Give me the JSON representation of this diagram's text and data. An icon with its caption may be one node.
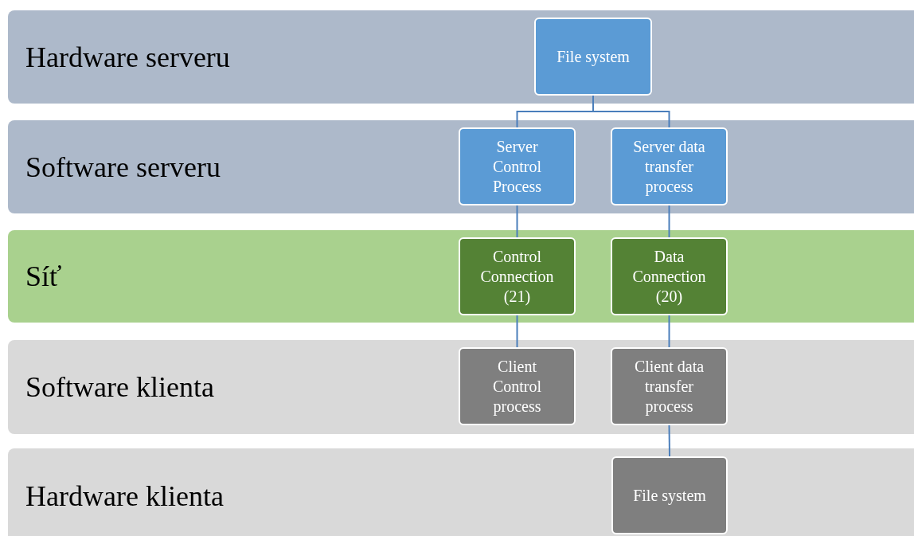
{
  "diagram": {
    "nodes": [
      {
        "text": [
          "Hardware serveru"
        ]
      },
      {
        "text": [
          "File system"
        ],
        "in": 0
      },
      {
        "text": [
          "Software serveru"
        ]
      },
      {
        "text": [
          "Server Control Process"
        ],
        "in": 2
      },
      {
        "text": [
          "Server data transfer process"
        ],
        "in": 2
      },
      {
        "text": [
          "Síť"
        ]
      },
      {
        "text": [
          "Control Connection (21)"
        ],
        "in": 5
      },
      {
        "text": [
          "Data Connection (20)"
        ],
        "in": 5
      },
      {
        "text": [
          "Software klienta"
        ]
      },
      {
        "text": [
          "Client Control process"
        ],
        "in": 8
      },
      {
        "text": [
          "Client data transfer process"
        ],
        "in": 8
      },
      {
        "text": [
          "Hardware klienta"
        ]
      },
      {
        "text": [
          "File system"
        ],
        "in": 11
      }
    ],
    "edges": [
      {
        "from": 1,
        "to": 3,
        "arrow": "none"
      },
      {
        "from": 1,
        "to": 4,
        "arrow": "none"
      },
      {
        "from": 3,
        "to": 6,
        "arrow": "none"
      },
      {
        "from": 6,
        "to": 9,
        "arrow": "none"
      },
      {
        "from": 4,
        "to": 7,
        "arrow": "none"
      },
      {
        "from": 7,
        "to": 10,
        "arrow": "none"
      },
      {
        "from": 10,
        "to": 12,
        "arrow": "none"
      }
    ]
  }
}
